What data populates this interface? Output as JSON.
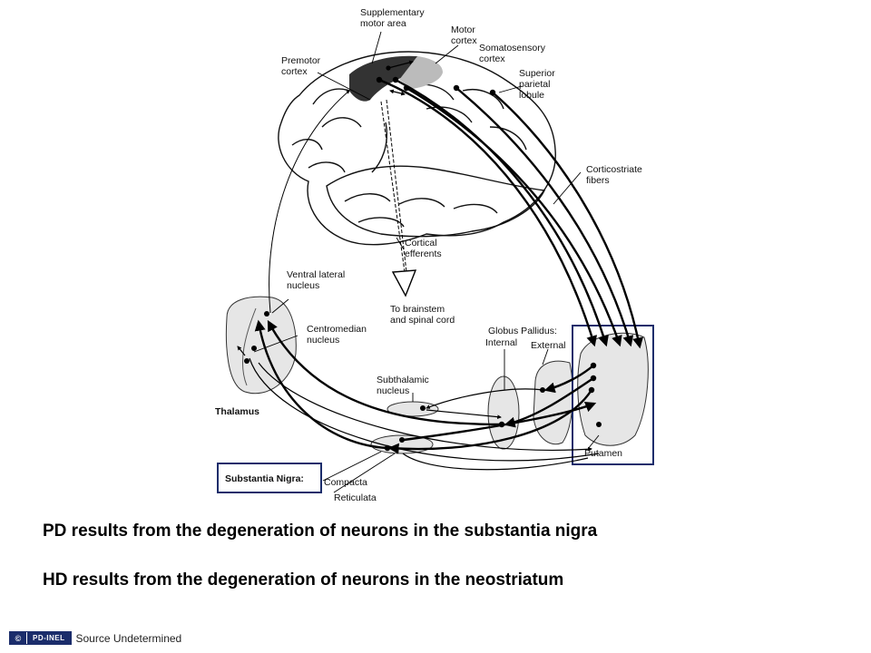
{
  "labels": {
    "supplementary_motor_area": [
      "Supplementary",
      "motor area"
    ],
    "motor_cortex": [
      "Motor",
      "cortex"
    ],
    "somatosensory_cortex": [
      "Somatosensory",
      "cortex"
    ],
    "premotor_cortex": [
      "Premotor",
      "cortex"
    ],
    "superior_parietal_lobule": [
      "Superior",
      "parietal",
      "lobule"
    ],
    "corticostriate_fibers": [
      "Corticostriate",
      "fibers"
    ],
    "cortical_efferents": [
      "Cortical",
      "efferents"
    ],
    "to_brainstem": [
      "To brainstem",
      "and spinal cord"
    ],
    "ventral_lateral_nucleus": [
      "Ventral lateral",
      "nucleus"
    ],
    "centromedian_nucleus": [
      "Centromedian",
      "nucleus"
    ],
    "globus_pallidus": "Globus Pallidus:",
    "internal": "Internal",
    "external": "External",
    "subthalamic_nucleus": [
      "Subthalamic",
      "nucleus"
    ],
    "thalamus": "Thalamus",
    "substantia_nigra": "Substantia Nigra:",
    "compacta": "Compacta",
    "reticulata": "Reticulata",
    "putamen": "Putamen"
  },
  "captions": {
    "pd": "PD results from the degeneration of neurons in the substantia nigra",
    "hd": "HD results from the degeneration of neurons in the neostriatum"
  },
  "footer": {
    "license_icon": "cc-icon",
    "license_tag": "PD-INEL",
    "source": "Source Undetermined"
  },
  "colors": {
    "highlight_box": "#1b2d6b",
    "arrow": "#000000",
    "nucleus_fill": "#e6e6e6"
  }
}
